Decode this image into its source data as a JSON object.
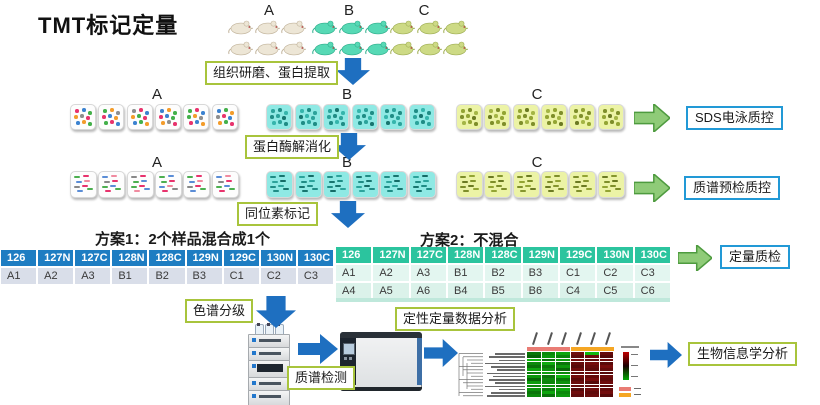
{
  "title": "TMT标记定量",
  "group_labels": [
    "A",
    "B",
    "C"
  ],
  "tmt_channels": [
    "126",
    "127N",
    "127C",
    "128N",
    "128C",
    "129N",
    "129C",
    "130N",
    "130C"
  ],
  "schemes": {
    "scheme1": {
      "title": "方案1：2个样品混合成1个",
      "rows": [
        [
          "A1",
          "A2",
          "A3",
          "B1",
          "B2",
          "B3",
          "C1",
          "C2",
          "C3"
        ]
      ]
    },
    "scheme2": {
      "title": "方案2：不混合",
      "rows": [
        [
          "A1",
          "A2",
          "A3",
          "B1",
          "B2",
          "B3",
          "C1",
          "C2",
          "C3"
        ],
        [
          "A4",
          "A5",
          "A6",
          "B4",
          "B5",
          "B6",
          "C4",
          "C5",
          "C6"
        ]
      ]
    }
  },
  "steps": {
    "grind": "组织研磨、蛋白提取",
    "digest": "蛋白酶解消化",
    "label": "同位素标记",
    "fraction": "色谱分级",
    "ms_detect": "质谱检测",
    "data_analysis": "定性定量数据分析"
  },
  "qc": {
    "sds": "SDS电泳质控",
    "ms_pre": "质谱预检质控",
    "quant": "定量质检",
    "bioinfo": "生物信息学分析"
  },
  "mice": {
    "colors": [
      "#EDE6D6",
      "#57D9B5",
      "#CDDA85"
    ],
    "dark": [
      "#C2B49C",
      "#2FAE8C",
      "#9FAE54"
    ]
  },
  "samples": {
    "bg": [
      "#FDFDFD",
      "#8FE9E4",
      "#ECF3A6"
    ],
    "dots": [
      [
        "#E8336D",
        "#3B82D0",
        "#43B04A",
        "#F39C2B",
        "#8E8E8E",
        "#E8336D",
        "#3B82D0",
        "#F39C2B",
        "#43B04A"
      ],
      [
        "#2BA39B",
        "#1F8C85",
        "#35B5AC",
        "#1F8C85",
        "#2BA39B",
        "#17756F",
        "#35B5AC",
        "#2BA39B",
        "#1F8C85"
      ],
      [
        "#93A433",
        "#7E8E2A",
        "#A4B545",
        "#7E8E2A",
        "#93A433",
        "#6B7A22",
        "#A4B545",
        "#93A433",
        "#7E8E2A"
      ]
    ],
    "dashes": [
      [
        "#4CAF50",
        "#E8336D",
        "#5B8DD6",
        "#F08BA0",
        "#888888",
        "#E8336D",
        "#4CAF50",
        "#5B8DD6"
      ],
      [
        "#1F8C85",
        "#17756F",
        "#2BA39B",
        "#146B66",
        "#1F8C85",
        "#2BA39B",
        "#17756F",
        "#1F8C85"
      ],
      [
        "#7E8E2A",
        "#93A433",
        "#6B7A22",
        "#86962E",
        "#7E8E2A",
        "#6B7A22",
        "#93A433",
        "#7E8E2A"
      ]
    ]
  },
  "heatmap": {
    "annotation_colors": [
      "#E97C74",
      "#F5A623"
    ],
    "values": [
      [
        -2.5,
        -2.2,
        -1.8,
        2.0,
        -1.5,
        2.2
      ],
      [
        -2.8,
        -2.0,
        -2.3,
        2.4,
        2.1,
        2.6
      ],
      [
        -1.5,
        -2.6,
        -1.9,
        1.8,
        2.3,
        2.0
      ],
      [
        -2.2,
        -1.7,
        -2.5,
        2.2,
        1.9,
        2.4
      ],
      [
        -2.6,
        -2.4,
        -2.0,
        2.5,
        2.2,
        1.8
      ],
      [
        -1.8,
        -2.1,
        -2.7,
        2.0,
        2.4,
        2.2
      ],
      [
        -2.4,
        -1.9,
        -2.2,
        2.3,
        2.0,
        2.5
      ],
      [
        -2.0,
        -2.5,
        -1.6,
        1.9,
        2.2,
        2.1
      ],
      [
        -2.7,
        -2.2,
        -2.4,
        2.4,
        1.8,
        2.3
      ],
      [
        -1.9,
        -2.3,
        -2.1,
        2.1,
        2.5,
        2.0
      ],
      [
        -2.3,
        -2.0,
        -2.6,
        2.2,
        2.1,
        2.4
      ],
      [
        -2.1,
        -2.4,
        -1.8,
        2.5,
        2.0,
        2.2
      ],
      [
        -2.5,
        -1.8,
        -2.2,
        2.0,
        2.3,
        1.9
      ],
      [
        -2.2,
        -2.6,
        -2.0,
        2.3,
        2.1,
        2.5
      ]
    ]
  },
  "colors": {
    "blue_arrow": "#1E6FC0",
    "green_arrow_fill": "#8FCB78",
    "green_arrow_stroke": "#4E9B3F",
    "green_border": "#A8C43C",
    "blue_border": "#2299D6",
    "table1_header": "#1E7DC2",
    "table1_cell": "#D9DEE9",
    "table2_header": "#2BC49E",
    "table2_cell1": "#E3F6F0",
    "table2_cell2": "#DBF2EA"
  }
}
